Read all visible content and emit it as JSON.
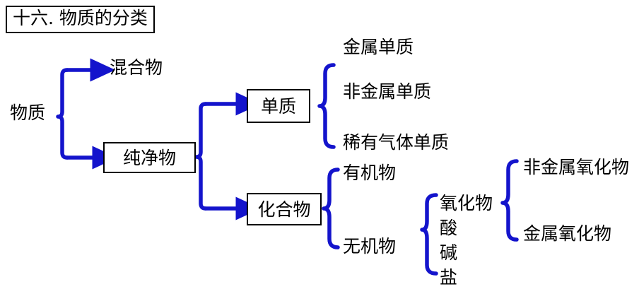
{
  "title": {
    "text": "十六. 物质的分类"
  },
  "colors": {
    "connector": "#1414cc",
    "text": "#000000",
    "box_border": "#000000",
    "background": "#ffffff"
  },
  "diagram": {
    "type": "classification-tree",
    "root": "物质",
    "nodes": {
      "root": {
        "label": "物质",
        "boxed": false
      },
      "mixture": {
        "label": "混合物",
        "boxed": false
      },
      "pure": {
        "label": "纯净物",
        "boxed": true
      },
      "element": {
        "label": "单质",
        "boxed": true
      },
      "compound": {
        "label": "化合物",
        "boxed": true
      },
      "metal_element": {
        "label": "金属单质",
        "boxed": false
      },
      "nonmetal_element": {
        "label": "非金属单质",
        "boxed": false
      },
      "noble_gas_element": {
        "label": "稀有气体单质",
        "boxed": false
      },
      "organic": {
        "label": "有机物",
        "boxed": false
      },
      "inorganic": {
        "label": "无机物",
        "boxed": false
      },
      "oxide": {
        "label": "氧化物",
        "boxed": false
      },
      "acid": {
        "label": "酸",
        "boxed": false
      },
      "base": {
        "label": "碱",
        "boxed": false
      },
      "salt": {
        "label": "盐",
        "boxed": false
      },
      "nonmetal_oxide": {
        "label": "非金属氧化物",
        "boxed": false
      },
      "metal_oxide": {
        "label": "金属氧化物",
        "boxed": false
      }
    },
    "edges": [
      {
        "from": "root",
        "to": "mixture",
        "style": "brace-arrow"
      },
      {
        "from": "root",
        "to": "pure",
        "style": "brace-arrow"
      },
      {
        "from": "pure",
        "to": "element",
        "style": "brace-arrow"
      },
      {
        "from": "pure",
        "to": "compound",
        "style": "brace-arrow"
      },
      {
        "from": "element",
        "to": "metal_element",
        "style": "brace"
      },
      {
        "from": "element",
        "to": "nonmetal_element",
        "style": "brace"
      },
      {
        "from": "element",
        "to": "noble_gas_element",
        "style": "brace"
      },
      {
        "from": "compound",
        "to": "organic",
        "style": "brace"
      },
      {
        "from": "compound",
        "to": "inorganic",
        "style": "brace"
      },
      {
        "from": "inorganic",
        "to": "oxide",
        "style": "brace"
      },
      {
        "from": "inorganic",
        "to": "acid",
        "style": "brace"
      },
      {
        "from": "inorganic",
        "to": "base",
        "style": "brace"
      },
      {
        "from": "inorganic",
        "to": "salt",
        "style": "brace"
      },
      {
        "from": "oxide",
        "to": "nonmetal_oxide",
        "style": "brace"
      },
      {
        "from": "oxide",
        "to": "metal_oxide",
        "style": "brace"
      }
    ]
  }
}
